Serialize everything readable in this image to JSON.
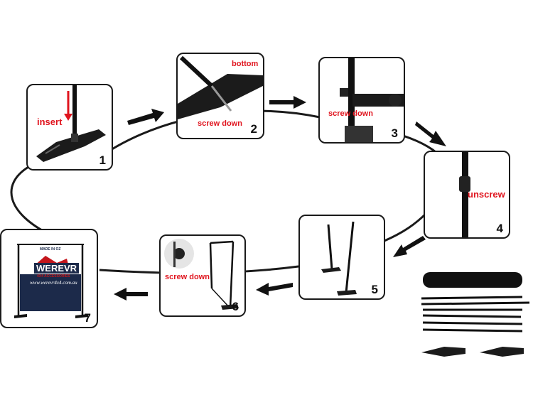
{
  "colors": {
    "outline": "#1a1a1a",
    "label": "#e0141e",
    "banner_navy": "#1c2a4a",
    "banner_red": "#c4161c"
  },
  "steps": [
    {
      "number": "1",
      "label": "insert"
    },
    {
      "number": "2",
      "label_top": "bottom",
      "label": "screw down"
    },
    {
      "number": "3",
      "label": "screw down"
    },
    {
      "number": "4",
      "label": "unscrew"
    },
    {
      "number": "5"
    },
    {
      "number": "6",
      "label": "screw down"
    },
    {
      "number": "7",
      "banner": {
        "header": "MADE IN OZ",
        "brand": "WEREVR",
        "tagline": "4X4 ACCESSORIES",
        "url": "www.werevr4x4.com.au"
      }
    }
  ],
  "icons": [
    "red-arrow-icon",
    "black-arrow-icon"
  ]
}
